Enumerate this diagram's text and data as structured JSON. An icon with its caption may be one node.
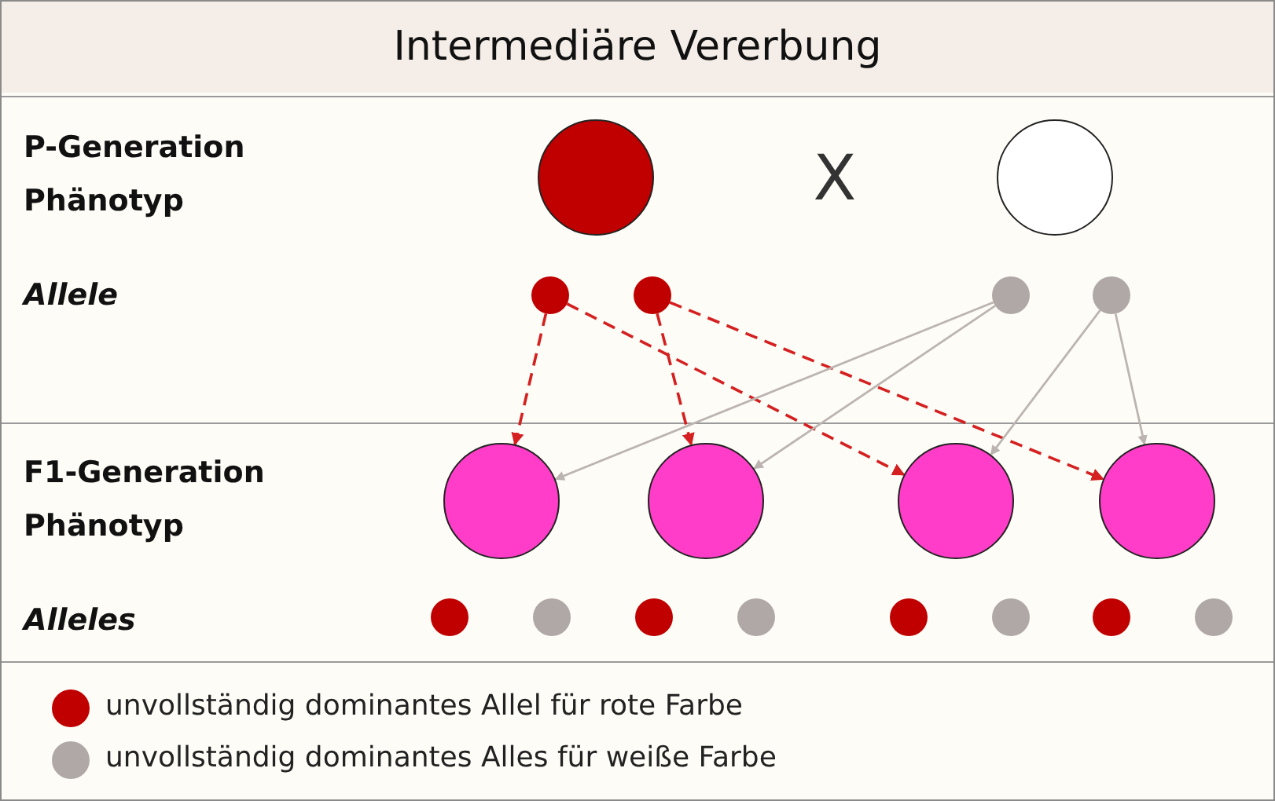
{
  "diagram": {
    "title": "Intermediäre Vererbung",
    "nodes": [
      {
        "text": [],
        "shape": "circle"
      },
      {
        "text": [],
        "shape": "circle"
      },
      {
        "text": [],
        "shape": "circle"
      },
      {
        "text": [],
        "shape": "circle"
      },
      {
        "text": [],
        "shape": "circle"
      },
      {
        "text": [],
        "shape": "circle"
      },
      {
        "text": [],
        "shape": "circle"
      },
      {
        "text": [],
        "shape": "circle"
      },
      {
        "text": [],
        "shape": "circle"
      },
      {
        "text": [],
        "shape": "circle"
      },
      {
        "text": [],
        "shape": "circle"
      },
      {
        "text": [],
        "shape": "circle"
      },
      {
        "text": [],
        "shape": "circle"
      },
      {
        "text": [],
        "shape": "circle"
      },
      {
        "text": [],
        "shape": "circle"
      },
      {
        "text": [],
        "shape": "circle"
      },
      {
        "text": [],
        "shape": "circle"
      },
      {
        "text": [],
        "shape": "circle"
      }
    ],
    "edges": [
      {
        "from": 2,
        "to": 6,
        "arrow": "to",
        "style": "dashed",
        "color": "#d42020"
      },
      {
        "from": 2,
        "to": 8,
        "arrow": "to",
        "style": "dashed",
        "color": "#d42020"
      },
      {
        "from": 3,
        "to": 7,
        "arrow": "to",
        "style": "dashed",
        "color": "#d42020"
      },
      {
        "from": 3,
        "to": 9,
        "arrow": "to",
        "style": "dashed",
        "color": "#d42020"
      },
      {
        "from": 4,
        "to": 6,
        "arrow": "to",
        "color": "#bcb4b0"
      },
      {
        "from": 4,
        "to": 7,
        "arrow": "to",
        "color": "#bcb4b0"
      },
      {
        "from": 5,
        "to": 8,
        "arrow": "to",
        "color": "#bcb4b0"
      },
      {
        "from": 5,
        "to": 9,
        "arrow": "to",
        "color": "#bcb4b0"
      }
    ],
    "labels": [
      "P-Generation Phänotyp",
      "X",
      "Allele",
      "F1-Generation Phänotyp",
      "Alleles"
    ],
    "legend": [
      {
        "text": "unvollständig dominantes Allel für rote Farbe",
        "color": "#c00000"
      },
      {
        "text": "unvollständig dominantes Alles für weiße Farbe",
        "color": "#b0a8a6"
      }
    ]
  }
}
